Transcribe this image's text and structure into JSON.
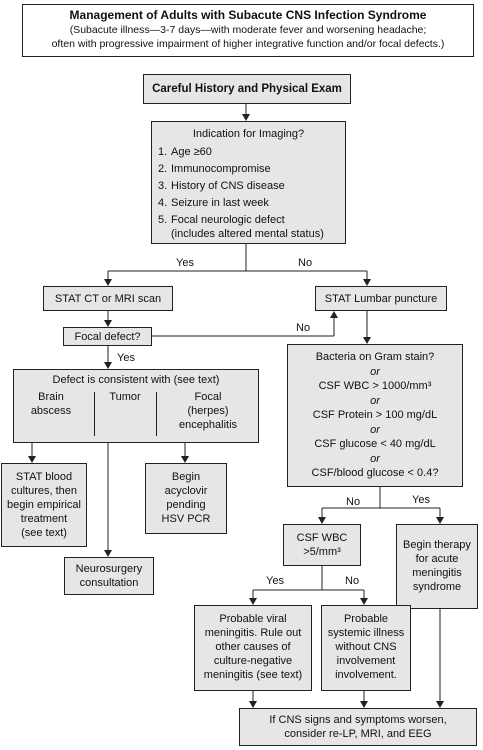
{
  "title": {
    "heading": "Management of Adults with Subacute CNS Infection Syndrome",
    "subtitle_line1": "(Subacute illness—3-7 days—with moderate fever and worsening headache;",
    "subtitle_line2": "often with progressive impairment of higher integrative function and/or focal defects.)"
  },
  "nodes": {
    "history": "Careful History and Physical Exam",
    "imaging": {
      "title": "Indication for Imaging?",
      "items": [
        {
          "n": "1.",
          "text": "Age ≥60"
        },
        {
          "n": "2.",
          "text": "Immunocompromise"
        },
        {
          "n": "3.",
          "text": "History of CNS disease"
        },
        {
          "n": "4.",
          "text": "Seizure in last week"
        },
        {
          "n": "5.",
          "text": "Focal neurologic defect"
        },
        {
          "n": "",
          "text": "(includes altered mental status)"
        }
      ]
    },
    "ct": "STAT CT or MRI scan",
    "lp": "STAT Lumbar puncture",
    "focal": "Focal defect?",
    "defect": {
      "title": "Defect is consistent with (see text)",
      "col1_l1": "Brain",
      "col1_l2": "abscess",
      "col2": "Tumor",
      "col3_l1": "Focal",
      "col3_l2": "(herpes)",
      "col3_l3": "encephalitis"
    },
    "cultures": [
      "STAT blood",
      "cultures, then",
      "begin empirical",
      "treatment",
      "(see text)"
    ],
    "acyclovir": [
      "Begin",
      "acyclovir",
      "pending",
      "HSV PCR"
    ],
    "neurosurgery": [
      "Neurosurgery",
      "consultation"
    ],
    "csf_criteria": {
      "l1": "Bacteria on Gram stain?",
      "or": "or",
      "l2": "CSF WBC > 1000/mm³",
      "l3": "CSF Protein > 100 mg/dL",
      "l4": "CSF glucose < 40 mg/dL",
      "l5": "CSF/blood glucose < 0.4?"
    },
    "csf_wbc": [
      "CSF WBC",
      ">5/mm³"
    ],
    "meningitis_therapy": [
      "Begin therapy",
      "for acute",
      "meningitis",
      "syndrome"
    ],
    "viral": [
      "Probable viral",
      "meningitis. Rule out",
      "other causes of",
      "culture-negative",
      "meningitis (see text)"
    ],
    "systemic": [
      "Probable",
      "systemic illness",
      "without CNS",
      "involvement",
      "involvement."
    ],
    "final": [
      "If CNS signs and symptoms worsen,",
      "consider re-LP, MRI, and EEG"
    ]
  },
  "edge_labels": {
    "imaging_yes": "Yes",
    "imaging_no": "No",
    "focal_no": "No",
    "focal_yes": "Yes",
    "criteria_no": "No",
    "criteria_yes": "Yes",
    "wbc_yes": "Yes",
    "wbc_no": "No"
  }
}
